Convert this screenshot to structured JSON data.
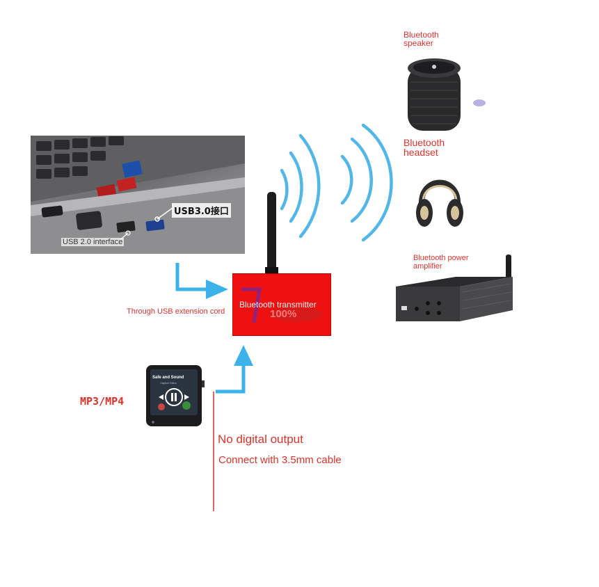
{
  "labels": {
    "bt_speaker_line1": "Bluetooth",
    "bt_speaker_line2": "speaker",
    "bt_headset_line1": "Bluetooth",
    "bt_headset_line2": "headset",
    "bt_amp_line1": "Bluetooth power",
    "bt_amp_line2": "amplifier",
    "usb3": "USB3.0接口",
    "usb2": "USB 2.0 interface",
    "transmitter": "Bluetooth transmitter",
    "transmitter_percent": "100%",
    "through_usb": "Through USB extension cord",
    "mp3": "MP3/MP4",
    "no_digital": "No digital output",
    "cable": "Connect with 3.5mm cable",
    "player_song": "Safe and Sound",
    "player_artist": "Capital Cities"
  },
  "colors": {
    "label_red": "#d9342b",
    "arrow_blue": "#3bb2ea",
    "wave_blue": "#52b7e6",
    "transmitter_red": "#ef1111",
    "cable_line": "#d9342b"
  }
}
